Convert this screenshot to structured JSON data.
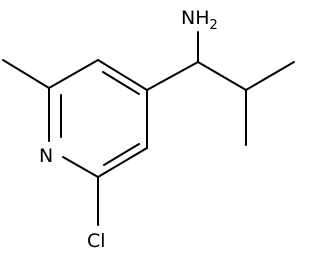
{
  "molecule": {
    "atoms": {
      "amine": {
        "text": "NH",
        "subscript": "2"
      },
      "ring_nitrogen": {
        "text": "N"
      },
      "chlorine": {
        "text": "Cl"
      }
    },
    "colors": {
      "bond": "#000000",
      "label": "#000000",
      "background": "#ffffff"
    }
  }
}
